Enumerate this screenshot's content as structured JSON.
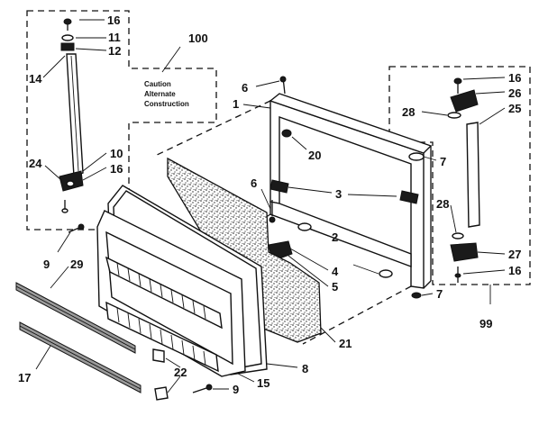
{
  "labels": {
    "l16a": "16",
    "l11": "11",
    "l12": "12",
    "l14": "14",
    "l100": "100",
    "l10": "10",
    "l16b": "16",
    "l24": "24",
    "l9a": "9",
    "l29": "29",
    "l17": "17",
    "l22": "22",
    "l9b": "9",
    "l15": "15",
    "l8": "8",
    "l21": "21",
    "l6a": "6",
    "l1": "1",
    "l20": "20",
    "l6b": "6",
    "l3": "3",
    "l2": "2",
    "l4": "4",
    "l5": "5",
    "l7a": "7",
    "l7b": "7",
    "l16c": "16",
    "l26": "26",
    "l28a": "28",
    "l25": "25",
    "l28b": "28",
    "l27": "27",
    "l16d": "16",
    "l99": "99"
  },
  "caution_note": [
    "Caution",
    "Alternate",
    "Construction"
  ],
  "colors": {
    "ink": "#111111",
    "paper": "#ffffff",
    "gasket": "#9a9a9a"
  }
}
